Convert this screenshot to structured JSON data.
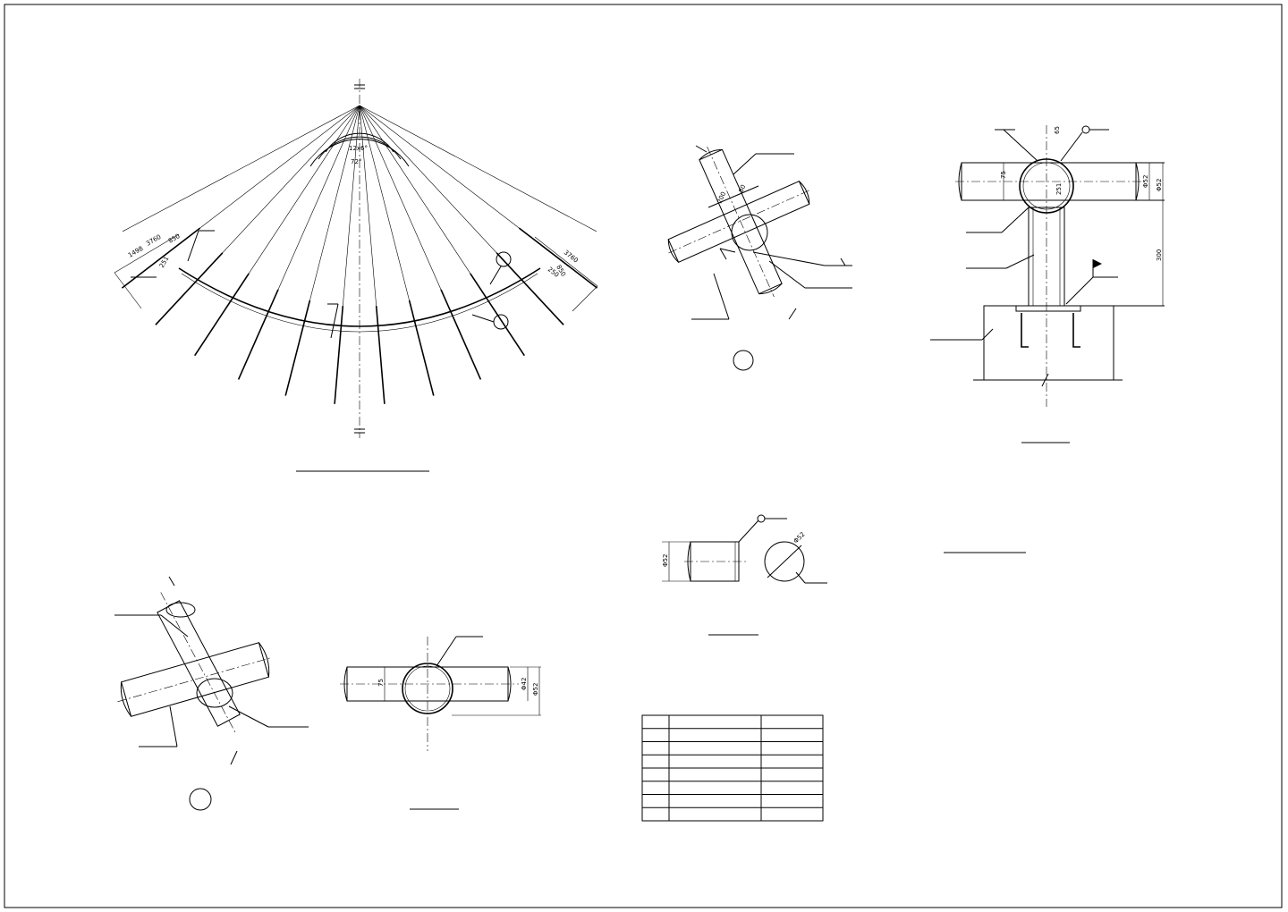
{
  "sheet": {
    "title": "",
    "dimensions": {
      "arc_left_1": "3760",
      "arc_left_2": "1498",
      "arc_left_3": "850",
      "arc_left_4": "251",
      "arc_right_1": "3760",
      "arc_right_2": "250",
      "arc_right_3": "850",
      "angle_1": "12x6°",
      "angle_2": "72°",
      "node_a_1": "200",
      "node_a_2": "80",
      "node_b_1": "75",
      "node_b_2": "Φ42",
      "node_b_3": "Φ52",
      "node_c_1": "65",
      "node_c_2": "75",
      "node_c_3": "251",
      "node_c_4": "Φ52",
      "node_c_5": "Φ52",
      "node_c_6": "300",
      "pipe_1": "Φ52",
      "pipe_2": "Φ52"
    }
  }
}
